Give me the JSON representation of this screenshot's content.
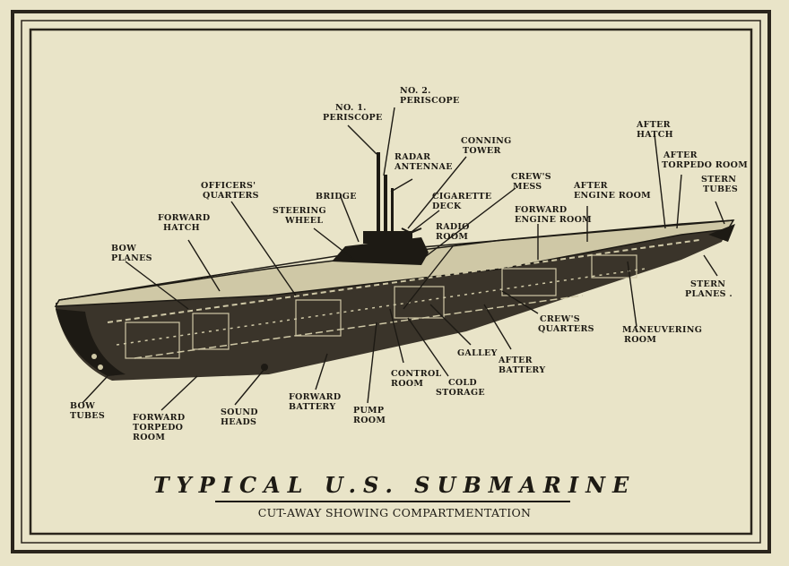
{
  "title": "TYPICAL U.S. SUBMARINE",
  "subtitle": "CUT-AWAY SHOWING COMPARTMENTATION",
  "labels": {
    "periscope1": [
      "NO. 1.",
      "PERISCOPE"
    ],
    "periscope2": [
      "NO. 2.",
      "PERISCOPE"
    ],
    "conning_tower": [
      "CONNING",
      "TOWER"
    ],
    "radar_antennae": [
      "RADAR",
      "ANTENNAE"
    ],
    "crews_mess": [
      "CREW'S",
      "MESS"
    ],
    "cigarette_deck": [
      "CIGARETTE",
      "DECK"
    ],
    "after_engine_room": [
      "AFTER",
      "ENGINE ROOM"
    ],
    "forward_engine_room": [
      "FORWARD",
      "ENGINE ROOM"
    ],
    "after_hatch": [
      "AFTER",
      "HATCH"
    ],
    "after_torpedo_room": [
      "AFTER",
      "TORPEDO ROOM"
    ],
    "stern_tubes": [
      "STERN",
      "TUBES"
    ],
    "officers_quarters": [
      "OFFICERS'",
      "QUARTERS"
    ],
    "bridge": [
      "BRIDGE"
    ],
    "steering_wheel": [
      "STEERING",
      "WHEEL"
    ],
    "radio_room": [
      "RADIO",
      "ROOM"
    ],
    "forward_hatch": [
      "FORWARD",
      "HATCH"
    ],
    "bow_planes": [
      "BOW",
      "PLANES"
    ],
    "stern_planes": [
      "STERN",
      "PLANES ."
    ],
    "crews_quarters": [
      "CREW'S",
      "QUARTERS"
    ],
    "maneuvering_room": [
      "MANEUVERING",
      "ROOM"
    ],
    "galley": [
      "GALLEY"
    ],
    "after_battery": [
      "AFTER",
      "BATTERY"
    ],
    "control_room": [
      "CONTROL",
      "ROOM"
    ],
    "cold_storage": [
      "COLD",
      "STORAGE"
    ],
    "pump_room": [
      "PUMP",
      "ROOM"
    ],
    "forward_battery": [
      "FORWARD",
      "BATTERY"
    ],
    "sound_heads": [
      "SOUND",
      "HEADS"
    ],
    "forward_torpedo_room": [
      "FORWARD",
      "TORPEDO",
      "ROOM"
    ],
    "bow_tubes": [
      "BOW",
      "TUBES"
    ]
  }
}
